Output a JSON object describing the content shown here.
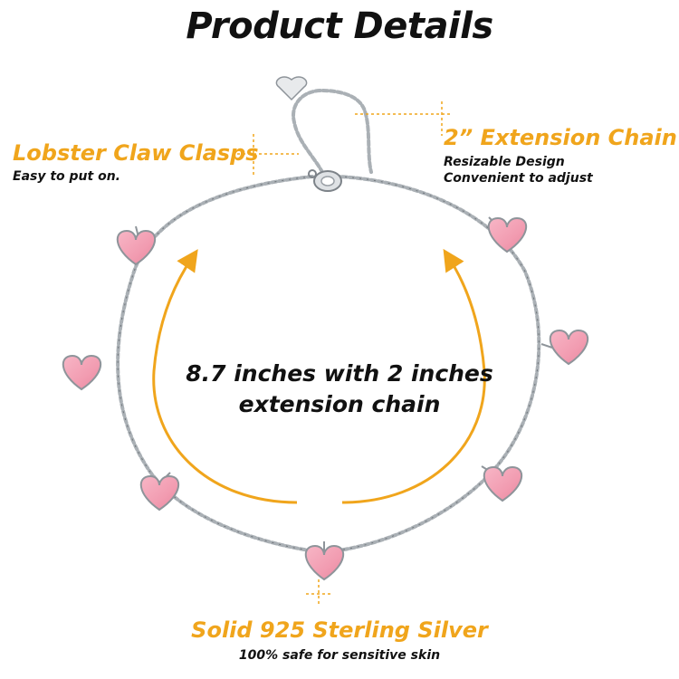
{
  "title": "Product Details",
  "clasp": {
    "label": "Lobster Claw Clasps",
    "sub": "Easy to put on."
  },
  "extension": {
    "label": "2” Extension Chain",
    "sub_lines": [
      "Resizable Design",
      "Convenient  to adjust"
    ]
  },
  "length": {
    "lines": [
      "8.7 inches with 2 inches",
      "extension chain"
    ]
  },
  "material": {
    "label": "Solid 925 Sterling Silver",
    "sub": "100% safe for sensitive skin"
  },
  "colors": {
    "accent": "#f0a51c",
    "heart": "#f4a0b4",
    "silver": "#9ea3a8",
    "text": "#111111"
  },
  "icons": [
    "heart-charm-icon",
    "curved-arrow-icon",
    "lobster-clasp-icon"
  ]
}
